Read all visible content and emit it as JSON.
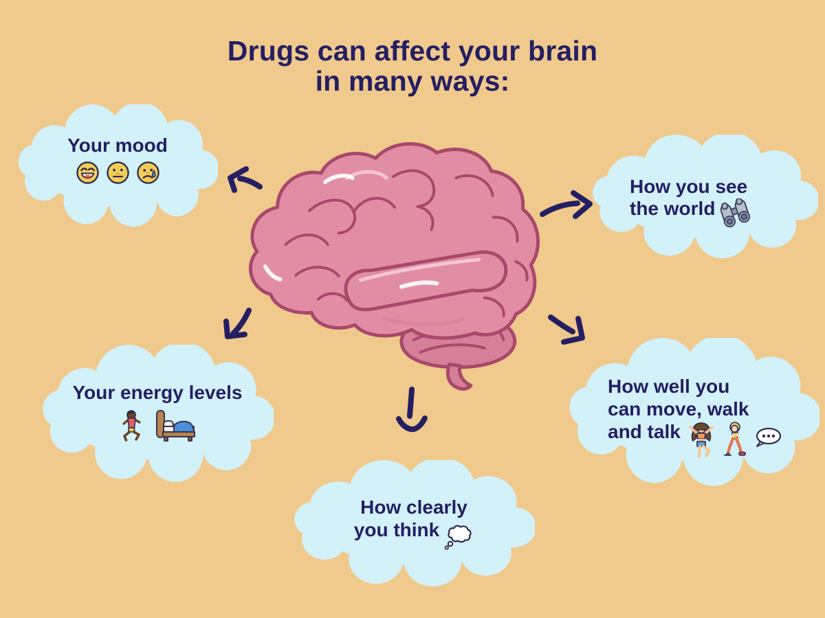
{
  "title": {
    "line1": "Drugs can affect your brain",
    "line2": "in many ways:"
  },
  "center": {
    "illustration": "brain-side-view"
  },
  "bubbles": {
    "mood": {
      "title": "Your mood",
      "icons": [
        "grinning-face",
        "neutral-face",
        "crying-face"
      ]
    },
    "see_world": {
      "line1": "How you see",
      "line2": "the world",
      "icons": [
        "binoculars"
      ]
    },
    "energy": {
      "title": "Your energy levels",
      "icons": [
        "running-person",
        "bed"
      ]
    },
    "move": {
      "line1": "How well you",
      "line2": "can move, walk",
      "line3": "and talk",
      "icons": [
        "dancing-woman",
        "walking-woman",
        "speech-balloon"
      ]
    },
    "think": {
      "line1": "How clearly",
      "line2": "you think",
      "icons": [
        "thought-balloon"
      ]
    }
  },
  "arrows": [
    {
      "name": "arrow-to-mood",
      "direction": "up-left"
    },
    {
      "name": "arrow-to-see-world",
      "direction": "right"
    },
    {
      "name": "arrow-to-energy",
      "direction": "down-left"
    },
    {
      "name": "arrow-to-move",
      "direction": "down-right"
    },
    {
      "name": "arrow-to-think",
      "direction": "down"
    }
  ],
  "colors": {
    "background": "#f0c98c",
    "cloud": "#d2f1f9",
    "text": "#241e63",
    "arrow": "#241e63",
    "brain_fill": "#e18ea5",
    "brain_outline": "#a8486b",
    "brain_shade": "#d67f99",
    "brain_highlight": "#f5c6d4",
    "emoji_yellow": "#f1ce58",
    "emoji_outline": "#2e2a52",
    "tear_blue": "#4aa3dd"
  }
}
